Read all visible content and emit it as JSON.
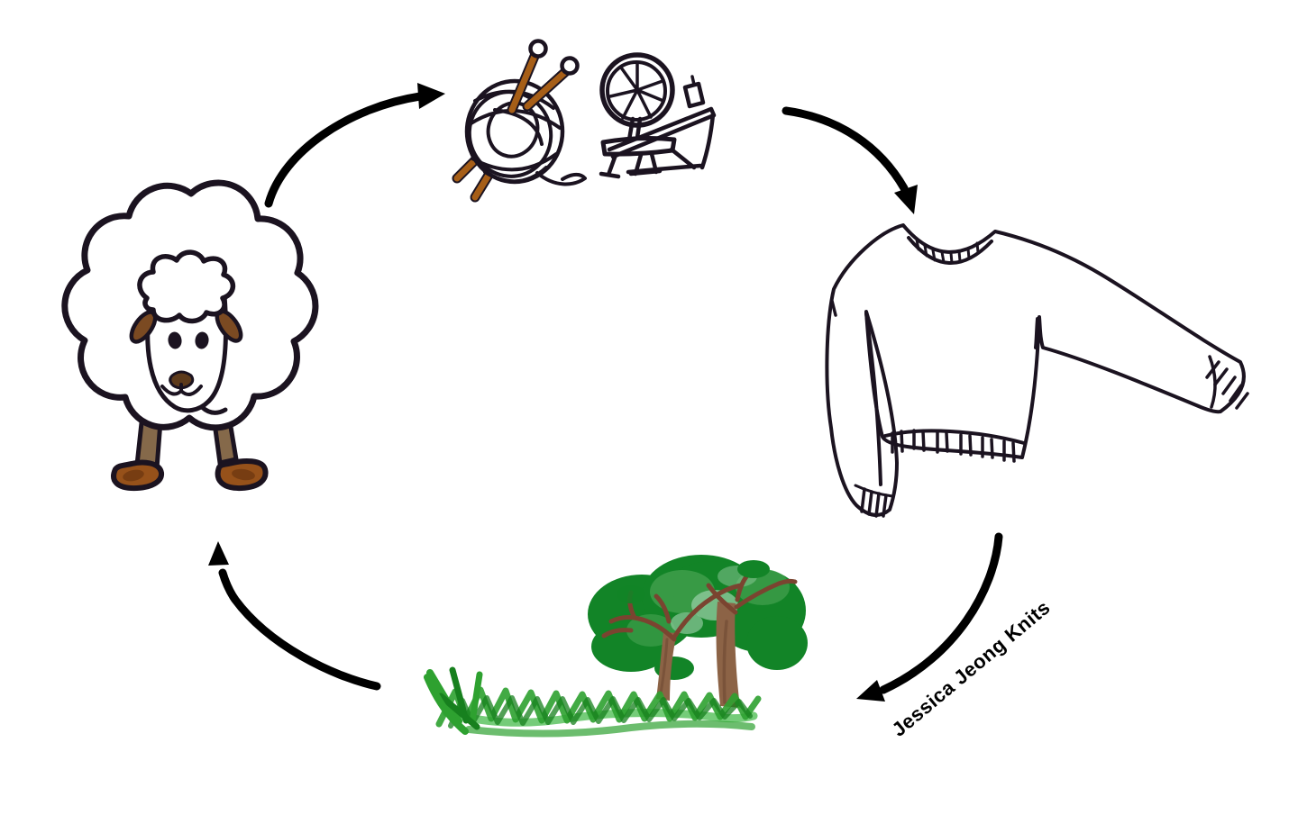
{
  "diagram": {
    "type": "cycle",
    "background": "#ffffff",
    "watermark": {
      "text": "Jessica Jeong Knits",
      "rotation_deg": -40
    },
    "nodes": [
      {
        "id": "sheep",
        "icon": "sheep-drawing-icon",
        "position": "left"
      },
      {
        "id": "yarn-and-spinning-wheel",
        "icon": "yarn-ball-needles-spinning-wheel-drawing-icon",
        "position": "top"
      },
      {
        "id": "sweater",
        "icon": "knitted-sweater-drawing-icon",
        "position": "right"
      },
      {
        "id": "grass-and-trees",
        "icon": "grass-trees-drawing-icon",
        "position": "bottom"
      }
    ],
    "arrows": [
      {
        "from": "sheep",
        "to": "yarn-and-spinning-wheel"
      },
      {
        "from": "yarn-and-spinning-wheel",
        "to": "sweater"
      },
      {
        "from": "sweater",
        "to": "grass-and-trees",
        "label": "Jessica Jeong Knits"
      },
      {
        "from": "grass-and-trees",
        "to": "sheep"
      }
    ],
    "colors": {
      "ink": "#1b1320",
      "arrow_black": "#000000",
      "text_black": "#000000",
      "needle_brown": "#a65e17",
      "ear_brown": "#7b4a22",
      "nose_brown": "#5d3a1b",
      "leg_tan": "#85694a",
      "hoof_brown": "#96511a",
      "hoof_shadow": "#5e2e0c",
      "foliage_green": "#128427",
      "foliage_mid": "#3f9e4b",
      "foliage_light": "#8fc99c",
      "branch_brown": "#7a4430",
      "trunk_brown": "#8c6346",
      "trunk_shadow": "#6e4a32",
      "grass_green": "#2ea130",
      "grass_dark": "#17801e",
      "grass_light": "#52bf58"
    }
  }
}
